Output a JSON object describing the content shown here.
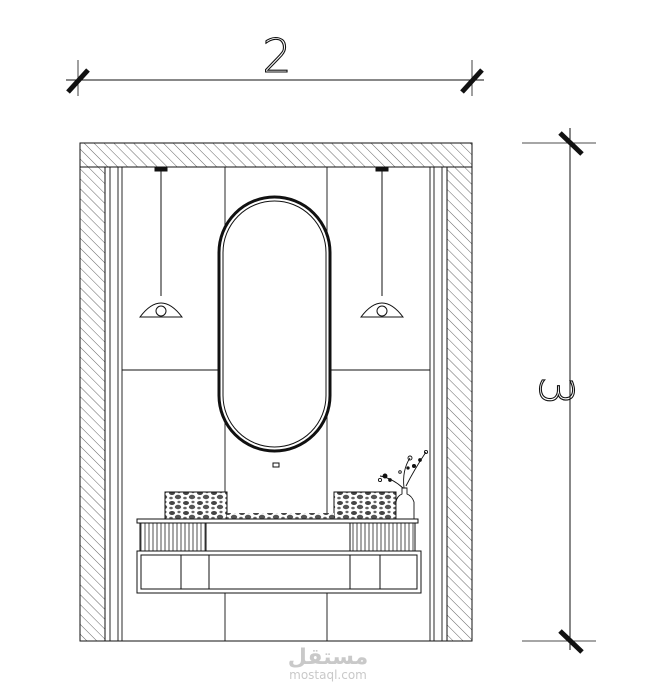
{
  "dimensions": {
    "width_label": "2",
    "height_label": "3"
  },
  "watermark": {
    "arabic": "مستقل",
    "latin": "mostaql.com"
  },
  "colors": {
    "line": "#111111",
    "watermark": "#c9c9c9"
  }
}
